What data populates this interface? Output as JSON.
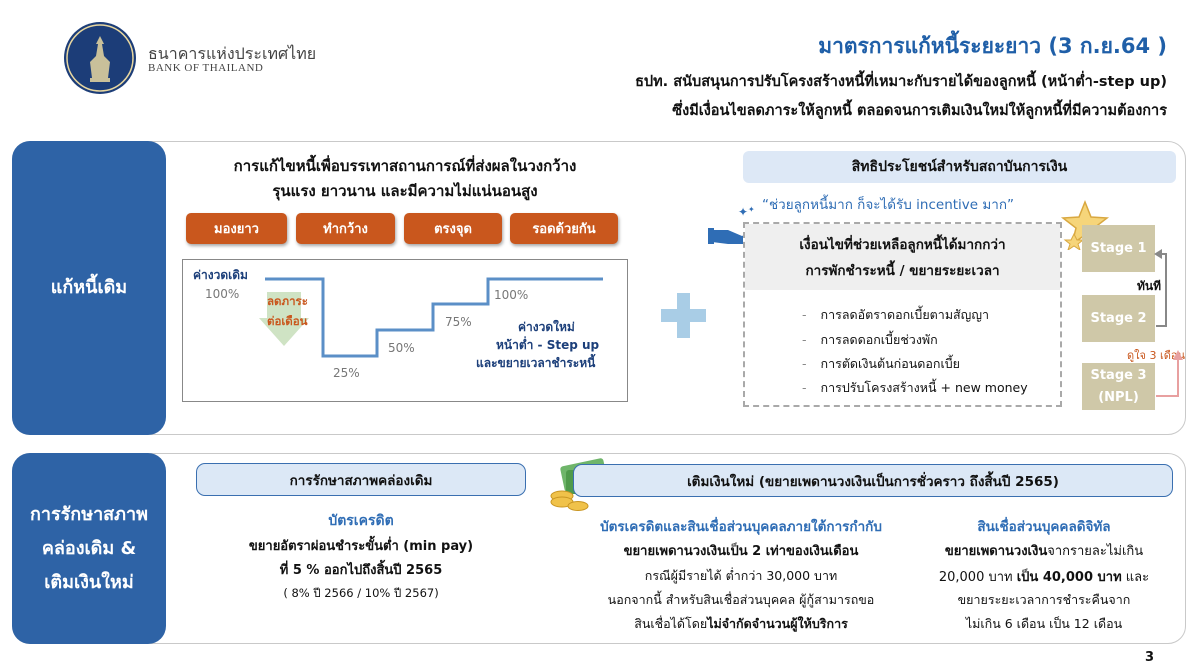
{
  "header": {
    "bank_name_th": "ธนาคารแห่งประเทศไทย",
    "bank_name_en": "BANK OF THAILAND",
    "title": "มาตรการแก้หนี้ระยะยาว (3 ก.ย.64 )",
    "subtitle_1": "ธปท. สนับสนุนการปรับโครงสร้างหนี้ที่เหมาะกับรายได้ของลูกหนี้ (หน้าต่ำ-step up)",
    "subtitle_2": "ซึ่งมีเงื่อนไขลดภาระให้ลูกหนี้ ตลอดจนการเติมเงินใหม่ให้ลูกหนี้ที่มีความต้องการ"
  },
  "section1": {
    "side_label": "แก้หนี้เดิม",
    "heading_1": "การแก้ไขหนี้เพื่อบรรเทาสถานการณ์ที่ส่งผลในวงกว้าง",
    "heading_2": "รุนแรง ยาวนาน และมีความไม่แน่นอนสูง",
    "pills": [
      "มองยาว",
      "ทำกว้าง",
      "ตรงจุด",
      "รอดด้วยกัน"
    ],
    "chart": {
      "old_installment_label": "ค่างวดเดิม",
      "reduce_label_1": "ลดภาระ",
      "reduce_label_2": "ต่อเดือน",
      "new_label_1": "ค่างวดใหม่",
      "new_label_2": "หน้าต่ำ - Step up",
      "new_label_3": "และขยายเวลาชำระหนี้",
      "step_labels": [
        "100%",
        "25%",
        "50%",
        "75%",
        "100%"
      ]
    },
    "benefit_title": "สิทธิประโยชน์สำหรับสถาบันการเงิน",
    "quote": "“ช่วยลูกหนี้มาก ก็จะได้รับ incentive มาก”",
    "condition_1": "เงื่อนไขที่ช่วยเหลือลูกหนี้ได้มากกว่า",
    "condition_2": "การพักชำระหนี้ / ขยายระยะเวลา",
    "bullets": [
      "การลดอัตราดอกเบี้ยตามสัญญา",
      "การลดดอกเบี้ยช่วงพัก",
      "การตัดเงินต้นก่อนดอกเบี้ย",
      "การปรับโครงสร้างหนี้ + new money"
    ],
    "stages": {
      "stage1": "Stage 1",
      "stage2": "Stage 2",
      "stage3_1": "Stage 3",
      "stage3_2": "(NPL)",
      "immediate": "ทันที",
      "three_months": "ดูใจ 3 เดือน"
    }
  },
  "section2": {
    "side_label_1": "การรักษาสภาพ",
    "side_label_2": "คล่องเดิม &",
    "side_label_3": "เติมเงินใหม่",
    "left_header": "การรักษาสภาพคล่องเดิม",
    "credit_card_title": "บัตรเครดิต",
    "min_pay_1": "ขยายอัตราผ่อนชำระขั้นต่ำ (min pay)",
    "min_pay_2": "ที่ 5 % ออกไปถึงสิ้นปี 2565",
    "min_pay_3": "( 8% ปี 2566 / 10% ปี 2567)",
    "right_header": "เติมเงินใหม่ (ขยายเพดานวงเงินเป็นการชั่วคราว ถึงสิ้นปี 2565)",
    "col1_title": "บัตรเครดิตและสินเชื่อส่วนบุคคลภายใต้การกำกับ",
    "col1_line1": "ขยายเพดานวงเงินเป็น 2 เท่าของเงินเดือน",
    "col1_line2": "กรณีผู้มีรายได้ ต่ำกว่า 30,000 บาท",
    "col1_line3": "นอกจากนี้ สำหรับสินเชื่อส่วนบุคคล ผู้กู้สามารถขอ",
    "col1_line4a": "สินเชื่อได้โดย",
    "col1_line4b": "ไม่จำกัดจำนวนผู้ให้บริการ",
    "col2_title": "สินเชื่อส่วนบุคคลดิจิทัล",
    "col2_line1a": "ขยายเพดานวงเงิน",
    "col2_line1b": "จากรายละไม่เกิน",
    "col2_line2a": "20,000 บาท ",
    "col2_line2b": "เป็น 40,000 บาท",
    "col2_line2c": " และ",
    "col2_line3": "ขยายระยะเวลาการชำระคืนจาก",
    "col2_line4": "ไม่เกิน 6 เดือน เป็น 12 เดือน"
  },
  "page_number": "3",
  "colors": {
    "primary_blue": "#2e63a6",
    "title_blue": "#1f5fa8",
    "orange": "#c9571d",
    "stage_tan": "#cfc8a8",
    "chart_line": "#5b8fc7"
  }
}
